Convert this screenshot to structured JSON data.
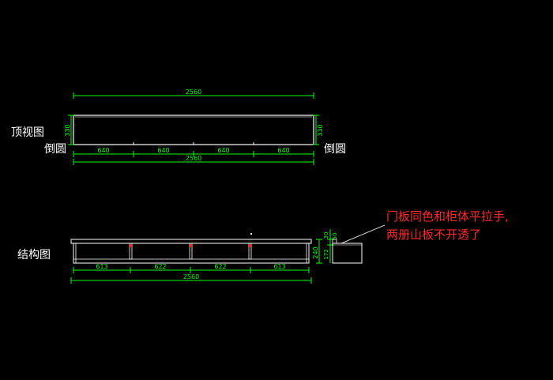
{
  "labels": {
    "top_view": "顶视图",
    "rounded_left": "倒圆",
    "rounded_right": "倒圆",
    "structure_view": "结构图"
  },
  "note": {
    "line1": "门板同色和柜体平拉手,",
    "line2": "两册山板不开透了"
  },
  "top_view": {
    "overall_width": "2560",
    "depth_left": "330",
    "depth_right": "330",
    "segments": [
      "640",
      "640",
      "640",
      "640"
    ],
    "overall_bottom": "2560"
  },
  "structure_view": {
    "segments": [
      "613",
      "622",
      "622",
      "613"
    ],
    "overall": "2560",
    "height": "240",
    "side_dims": [
      "30",
      "50",
      "172"
    ]
  },
  "colors": {
    "dimension": "#00ff00",
    "outline": "#ffffff",
    "handle": "#ff2020",
    "note": "#ff2a2a",
    "background": "#000000"
  }
}
